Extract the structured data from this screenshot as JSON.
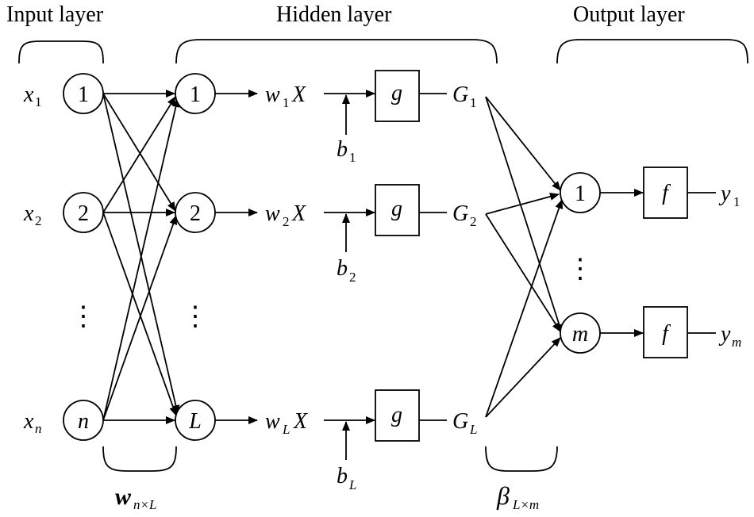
{
  "headers": {
    "input": "Input layer",
    "hidden": "Hidden layer",
    "output": "Output layer"
  },
  "inputs": {
    "x1": "x",
    "x1_sub": "1",
    "x2": "x",
    "x2_sub": "2",
    "xn": "x",
    "xn_sub": "n",
    "node1": "1",
    "node2": "2",
    "noden": "n",
    "dots": "⋮"
  },
  "hidden": {
    "node1": "1",
    "node2": "2",
    "nodeL": "L",
    "dots": "⋮",
    "w1": "w",
    "w1_sub": "1",
    "w1_X": "X",
    "w2": "w",
    "w2_sub": "2",
    "w2_X": "X",
    "wL": "w",
    "wL_sub": "L",
    "wL_X": "X",
    "b1": "b",
    "b1_sub": "1",
    "b2": "b",
    "b2_sub": "2",
    "bL": "b",
    "bL_sub": "L",
    "g": "g",
    "G1": "G",
    "G1_sub": "1",
    "G2": "G",
    "G2_sub": "2",
    "GL": "G",
    "GL_sub": "L"
  },
  "output": {
    "node1": "1",
    "nodem": "m",
    "dots": "⋮",
    "f": "f",
    "y1": "y",
    "y1_sub": "1",
    "ym": "y",
    "ym_sub": "m"
  },
  "weights": {
    "w": "w",
    "w_sub": "n×L",
    "beta": "β",
    "beta_sub": "L×m"
  }
}
